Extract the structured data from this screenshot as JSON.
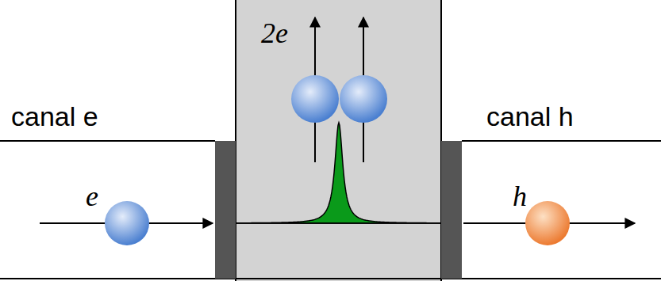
{
  "diagram": {
    "nodes": [
      {
        "text": [
          "2e"
        ]
      }
    ],
    "labels": [
      "canal e",
      "canal h",
      "e",
      "h"
    ]
  }
}
